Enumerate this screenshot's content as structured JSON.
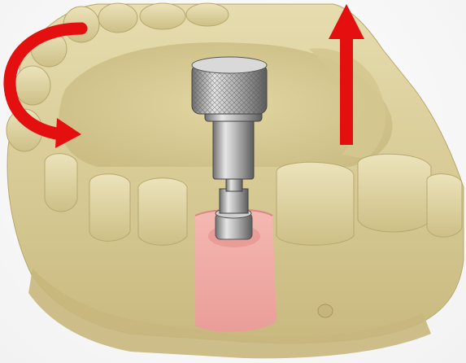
{
  "image": {
    "subject": "dental-stone-cast-with-implant-analog-and-screw",
    "components": [
      {
        "name": "stone-cast",
        "color": "#d9cc98"
      },
      {
        "name": "gingiva-mask",
        "color": "#f1a7a2"
      },
      {
        "name": "knurled-screw",
        "color": "#a8a8a8"
      },
      {
        "name": "curved-arrow",
        "color": "#e40f0f"
      },
      {
        "name": "up-arrow",
        "color": "#e40f0f"
      }
    ]
  }
}
